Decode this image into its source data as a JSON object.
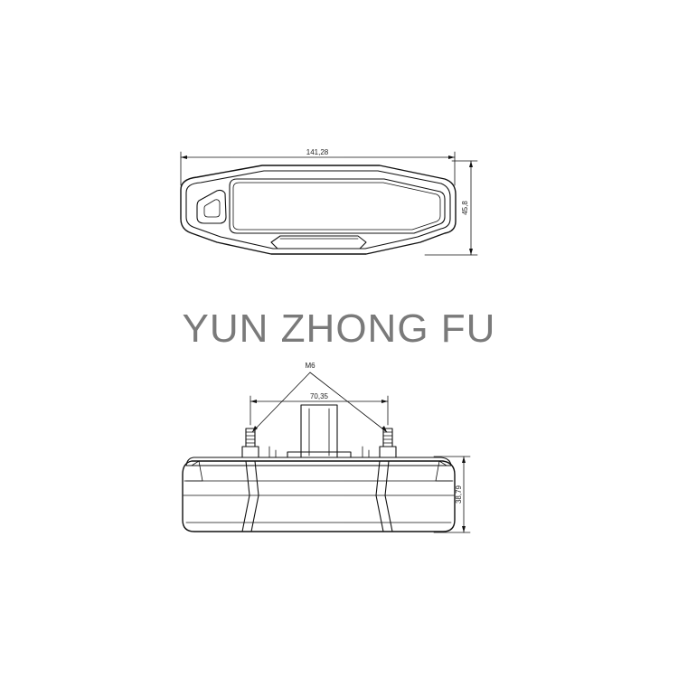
{
  "watermark": "YUN ZHONG FU",
  "top_view": {
    "width_dim": "141,28",
    "height_dim": "45,8"
  },
  "bottom_view": {
    "thread_label": "M6",
    "spacing_dim": "70,35",
    "height_dim": "38,79"
  }
}
